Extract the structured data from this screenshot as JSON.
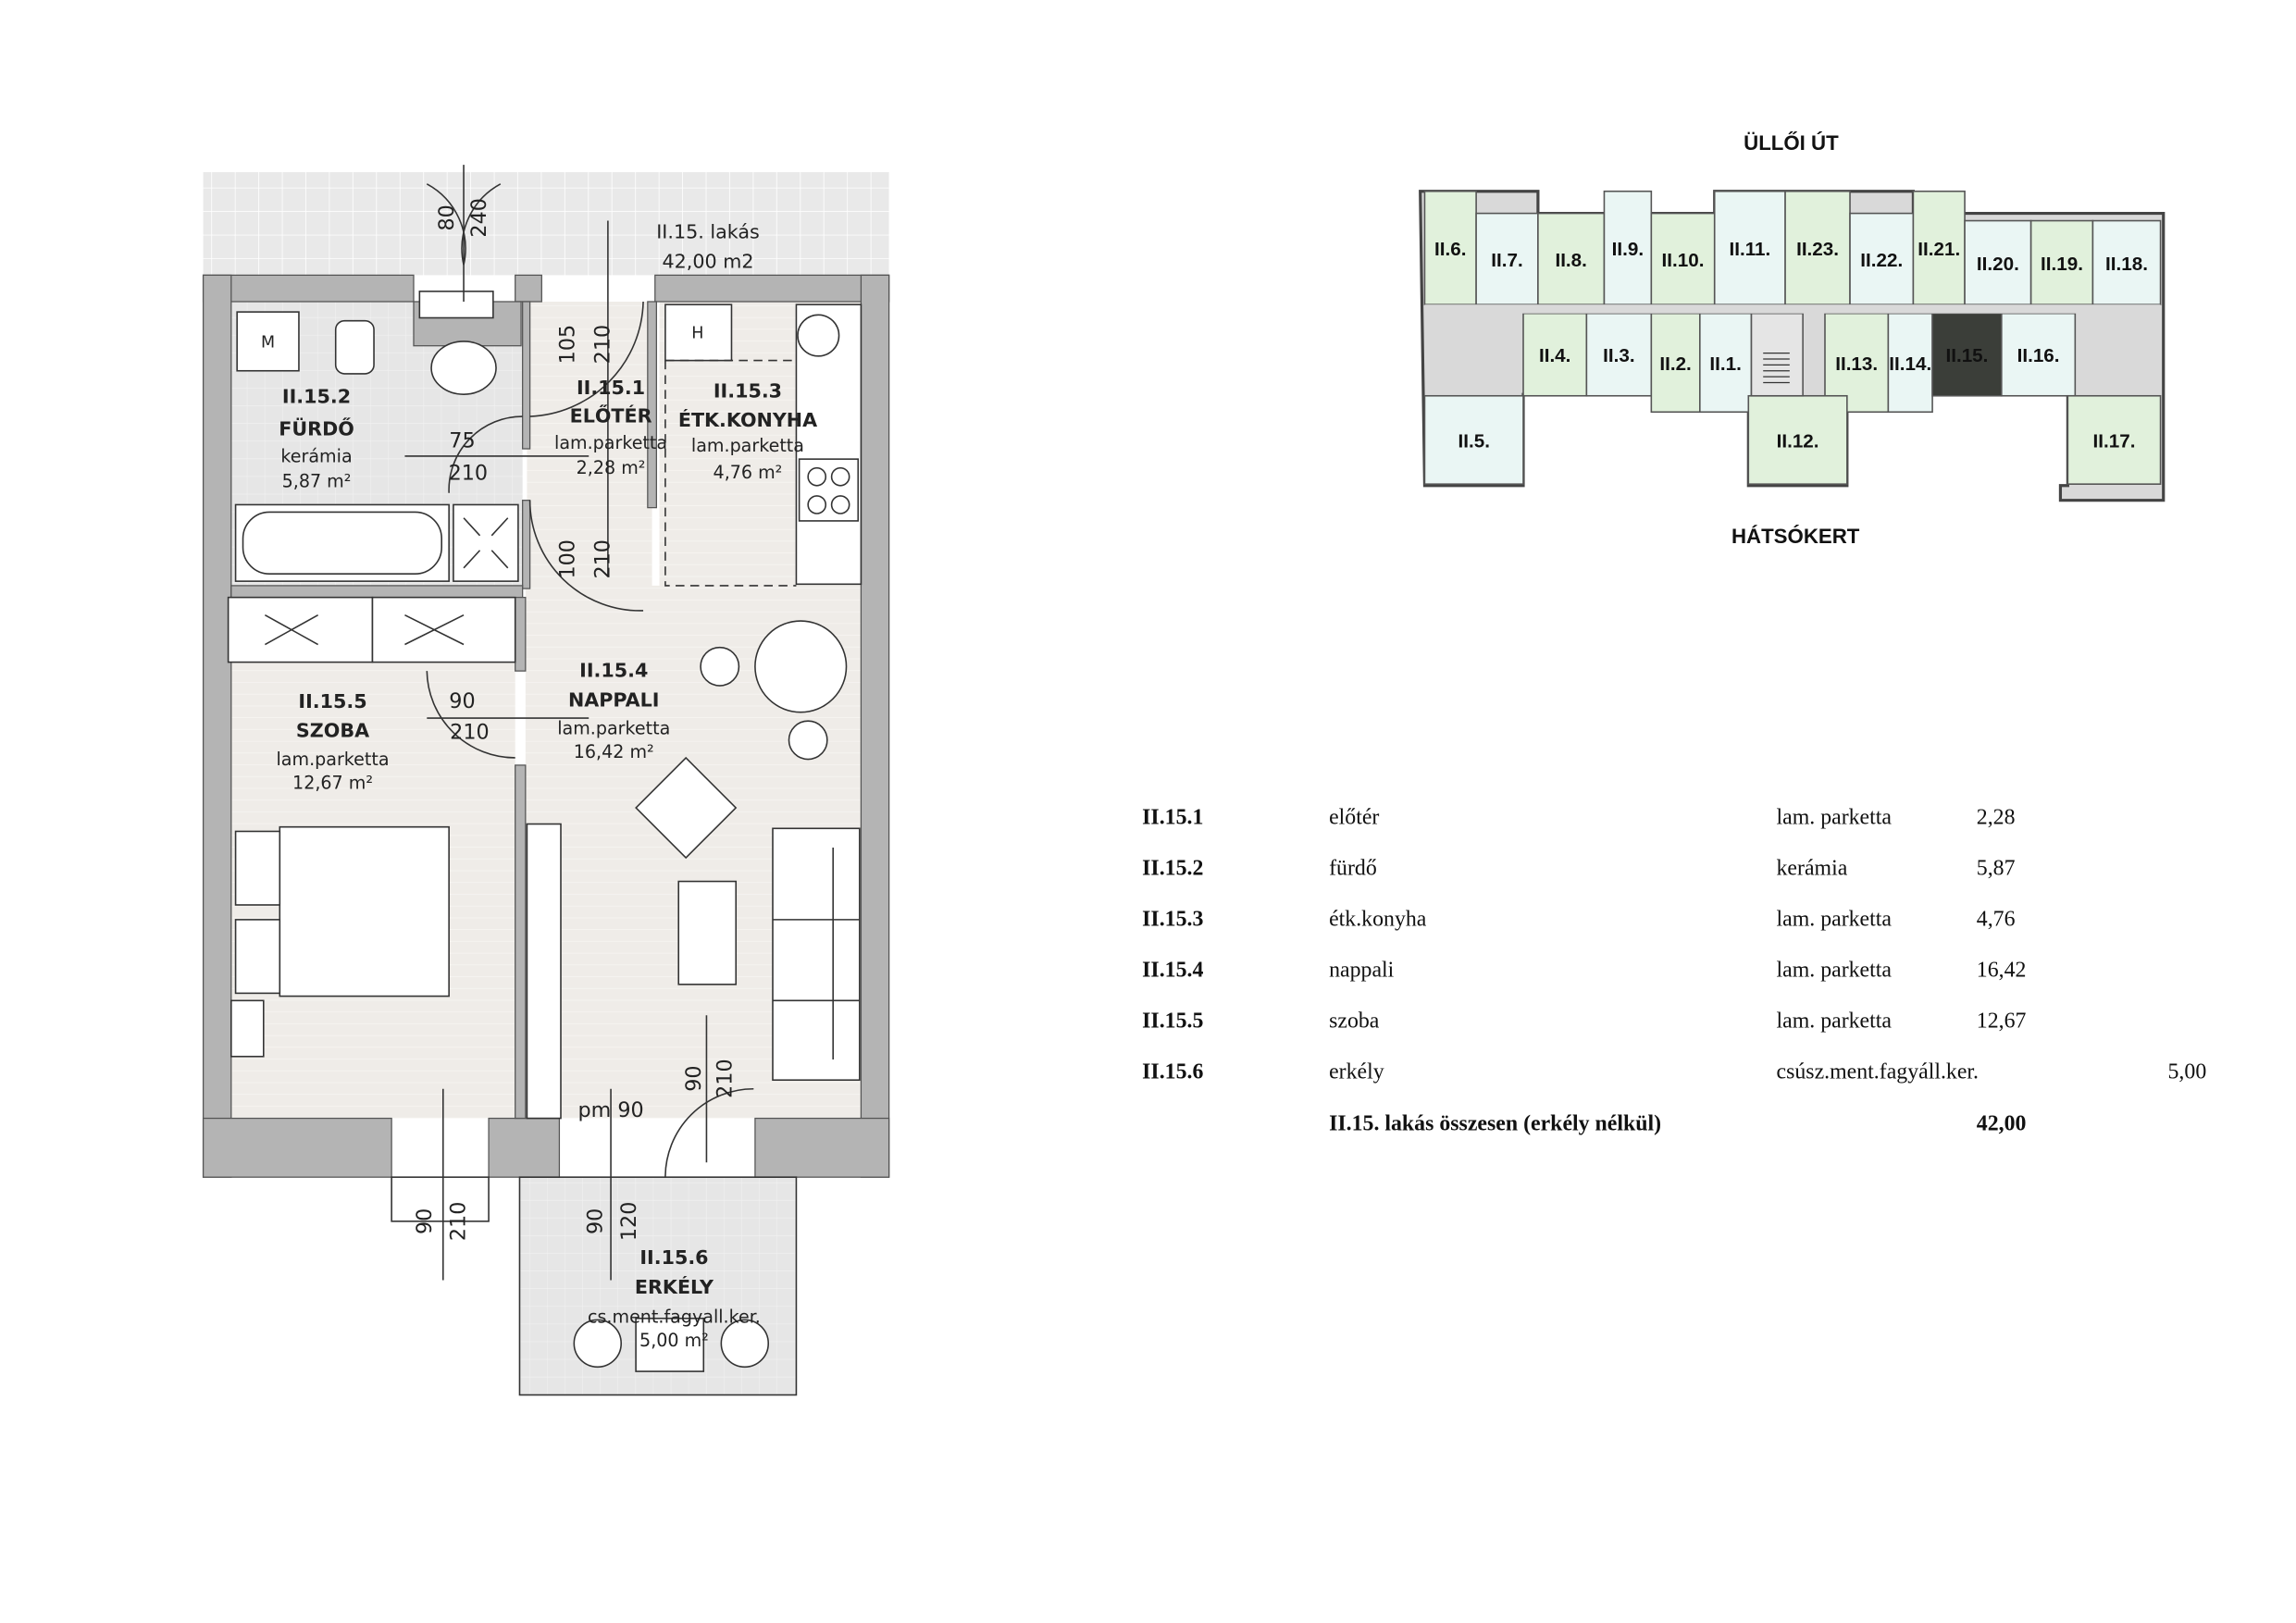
{
  "plan": {
    "apartment_title": "II.15. lakás",
    "apartment_area": "42,00 m2",
    "rooms": [
      {
        "id": "II.15.1",
        "name": "ELŐTÉR",
        "material": "lam.parketta",
        "area": "2,28 m²"
      },
      {
        "id": "II.15.2",
        "name": "FÜRDŐ",
        "material": "kerámia",
        "area": "5,87 m²"
      },
      {
        "id": "II.15.3",
        "name": "ÉTK.KONYHA",
        "material": "lam.parketta",
        "area": "4,76 m²"
      },
      {
        "id": "II.15.4",
        "name": "NAPPALI",
        "material": "lam.parketta",
        "area": "16,42 m²"
      },
      {
        "id": "II.15.5",
        "name": "SZOBA",
        "material": "lam.parketta",
        "area": "12,67 m²"
      },
      {
        "id": "II.15.6",
        "name": "ERKÉLY",
        "material": "cs.ment.fagyall.ker.",
        "area": "5,00 m²"
      }
    ],
    "dims": {
      "top_w": "80",
      "top_h": "240",
      "entry_w": "105",
      "entry_h": "210",
      "bath_w": "75",
      "bath_h": "210",
      "hall_w": "100",
      "hall_h": "210",
      "room_w": "90",
      "room_h": "210",
      "pm": "pm 90",
      "balc_door_w": "90",
      "balc_door_h": "210",
      "win1_w": "90",
      "win1_h": "210",
      "win2_w": "90",
      "win2_h": "120"
    },
    "labels": {
      "washer": "M",
      "fridge": "H"
    }
  },
  "keyplan": {
    "top_label": "ÜLLŐI ÚT",
    "bottom_label": "HÁTSÓKERT",
    "units": [
      "II.6.",
      "II.7.",
      "II.8.",
      "II.9.",
      "II.10.",
      "II.11.",
      "II.23.",
      "II.22.",
      "II.21.",
      "II.20.",
      "II.19.",
      "II.18.",
      "II.4.",
      "II.3.",
      "II.2.",
      "II.1.",
      "II.13.",
      "II.14.",
      "II.15.",
      "II.16.",
      "II.5.",
      "II.12.",
      "II.17."
    ],
    "highlighted": "II.15.",
    "colors": {
      "green": "#e1f1dc",
      "cyan": "#eaf6f4",
      "dark": "#3b3e39",
      "gray": "#d9d9d9"
    }
  },
  "table": {
    "rows": [
      {
        "id": "II.15.1",
        "name": "előtér",
        "material": "lam. parketta",
        "area": "2,28",
        "balcony": ""
      },
      {
        "id": "II.15.2",
        "name": "fürdő",
        "material": "kerámia",
        "area": "5,87",
        "balcony": ""
      },
      {
        "id": "II.15.3",
        "name": "étk.konyha",
        "material": "lam. parketta",
        "area": "4,76",
        "balcony": ""
      },
      {
        "id": "II.15.4",
        "name": "nappali",
        "material": "lam. parketta",
        "area": "16,42",
        "balcony": ""
      },
      {
        "id": "II.15.5",
        "name": "szoba",
        "material": "lam. parketta",
        "area": "12,67",
        "balcony": ""
      },
      {
        "id": "II.15.6",
        "name": "erkély",
        "material": "csúsz.ment.fagyáll.ker.",
        "area": "",
        "balcony": "5,00"
      }
    ],
    "total_label": "II.15. lakás összesen (erkély nélkül)",
    "total_value": "42,00"
  }
}
